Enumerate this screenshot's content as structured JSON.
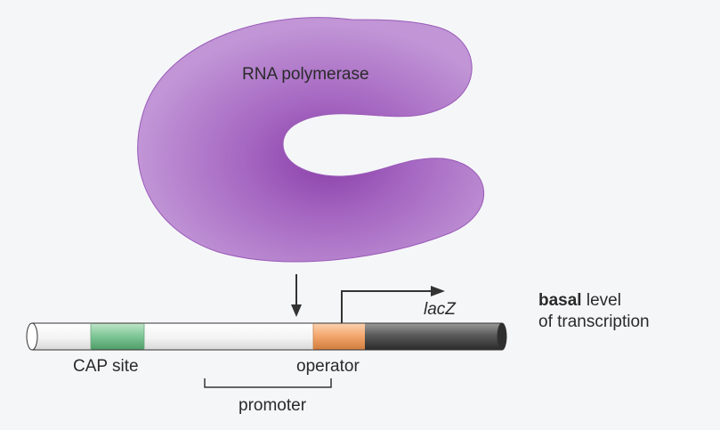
{
  "labels": {
    "enzyme": "RNA polymerase",
    "gene": "lacZ",
    "cap_site": "CAP site",
    "operator": "operator",
    "promoter": "promoter",
    "basal_bold": "basal",
    "basal_rest": " level",
    "basal_line2": "of transcription"
  },
  "colors": {
    "polymerase": "#b27ac9",
    "polymerase_dark": "#8a3fa8",
    "cap_site": "#7cc594",
    "operator": "#f2a46a",
    "gene": "#4a4a4a",
    "dna": "#ffffff",
    "outline": "#333333"
  },
  "icons": {
    "binding_arrow": "down-arrow-icon",
    "transcription_arrow": "bent-right-arrow-icon"
  }
}
